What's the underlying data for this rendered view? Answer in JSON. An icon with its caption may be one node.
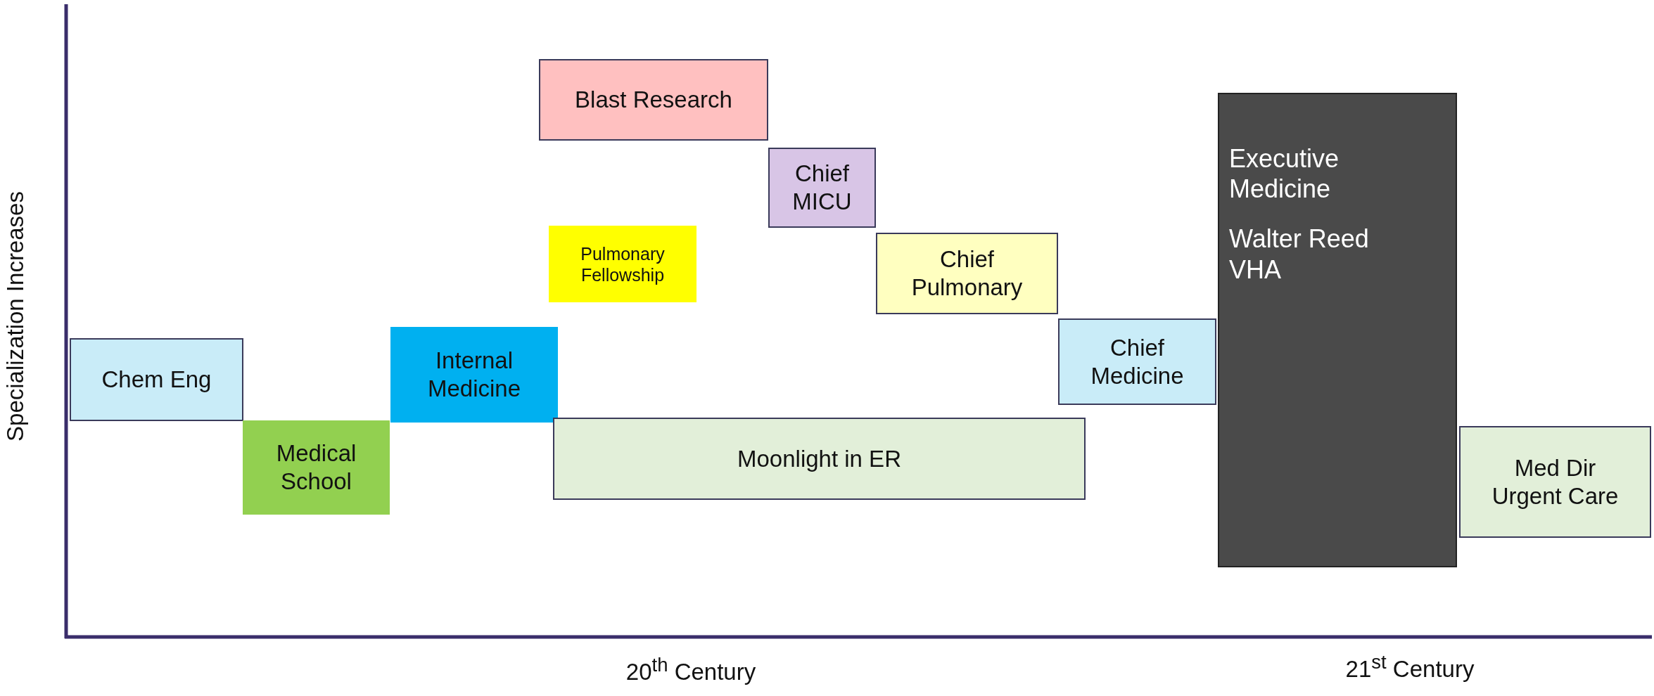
{
  "diagram": {
    "nodes": [
      {
        "text": [
          "Chem Eng"
        ]
      },
      {
        "text": [
          "Medical School"
        ]
      },
      {
        "text": [
          "Internal Medicine"
        ]
      },
      {
        "text": [
          "Pulmonary Fellowship"
        ]
      },
      {
        "text": [
          "Blast Research"
        ]
      },
      {
        "text": [
          "Chief MICU"
        ]
      },
      {
        "text": [
          "Chief Pulmonary"
        ]
      },
      {
        "text": [
          "Moonlight in ER"
        ]
      },
      {
        "text": [
          "Chief Medicine"
        ]
      },
      {
        "text": [
          "Executive Medicine",
          "Walter Reed",
          "VHA"
        ]
      },
      {
        "text": [
          "Med Dir Urgent Care"
        ]
      }
    ],
    "labels": [
      "Specialization Increases",
      "20$^{th}$ Century",
      "21$^{st}$ Century"
    ]
  }
}
